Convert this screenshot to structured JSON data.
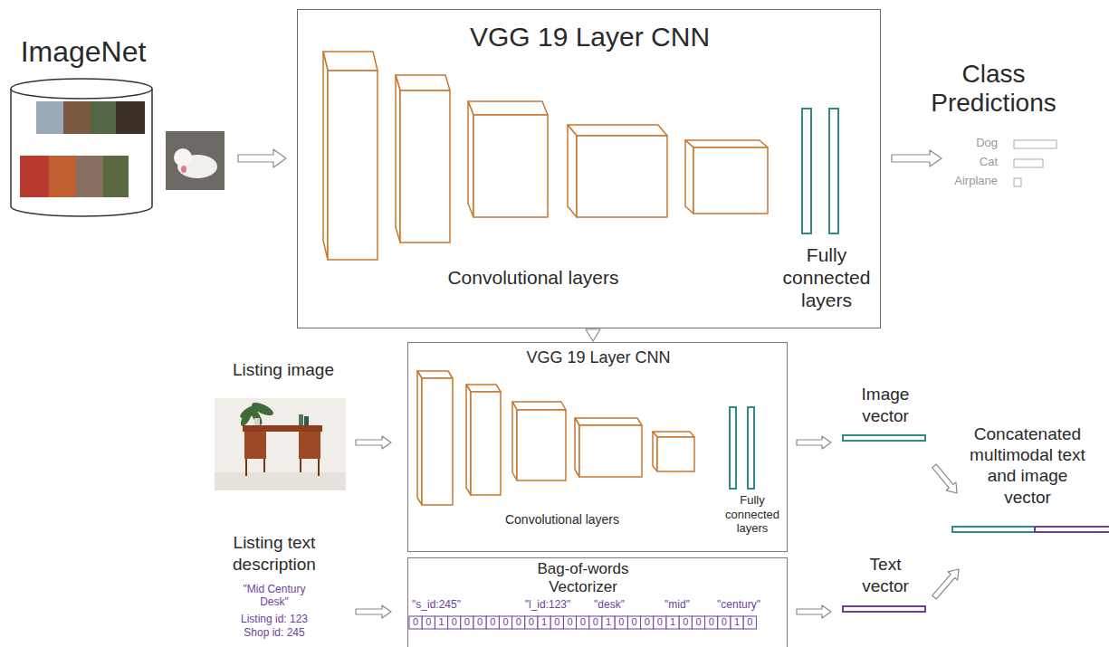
{
  "diagram": {
    "nodes": [
      {
        "text": [
          "ImageNet"
        ]
      },
      {
        "text": [
          "VGG 19 Layer CNN",
          "Convolutional layers",
          "Fully connected layers"
        ]
      },
      {
        "text": [
          "VGG 19 Layer CNN",
          "Convolutional layers",
          "Fully connected layers"
        ]
      },
      {
        "text": [
          "Bag-of-words Vectorizer",
          "\"s_id:245\"",
          "\"l_id:123\"",
          "\"desk\"",
          "\"mid\"",
          "\"century\""
        ]
      }
    ],
    "edges": [
      {
        "from": 0,
        "to": 1,
        "arrow": "to"
      },
      {
        "from": 1,
        "to": 2,
        "arrow": "to"
      }
    ],
    "labels": [
      "Class Predictions",
      "Dog",
      "Cat",
      "Airplane",
      "Listing image",
      "Listing text description",
      "\"Mid Century Desk\"",
      "Listing id: 123",
      "Shop id: 245",
      "Image vector",
      "Text vector",
      "Concatenated multimodal text and image vector",
      "0",
      "0",
      "1",
      "0",
      "0",
      "0",
      "0",
      "0",
      "0",
      "0",
      "1",
      "0",
      "0",
      "0",
      "0",
      "1",
      "0",
      "0",
      "0",
      "0",
      "1",
      "0",
      "0",
      "0",
      "0",
      "1",
      "0"
    ]
  }
}
